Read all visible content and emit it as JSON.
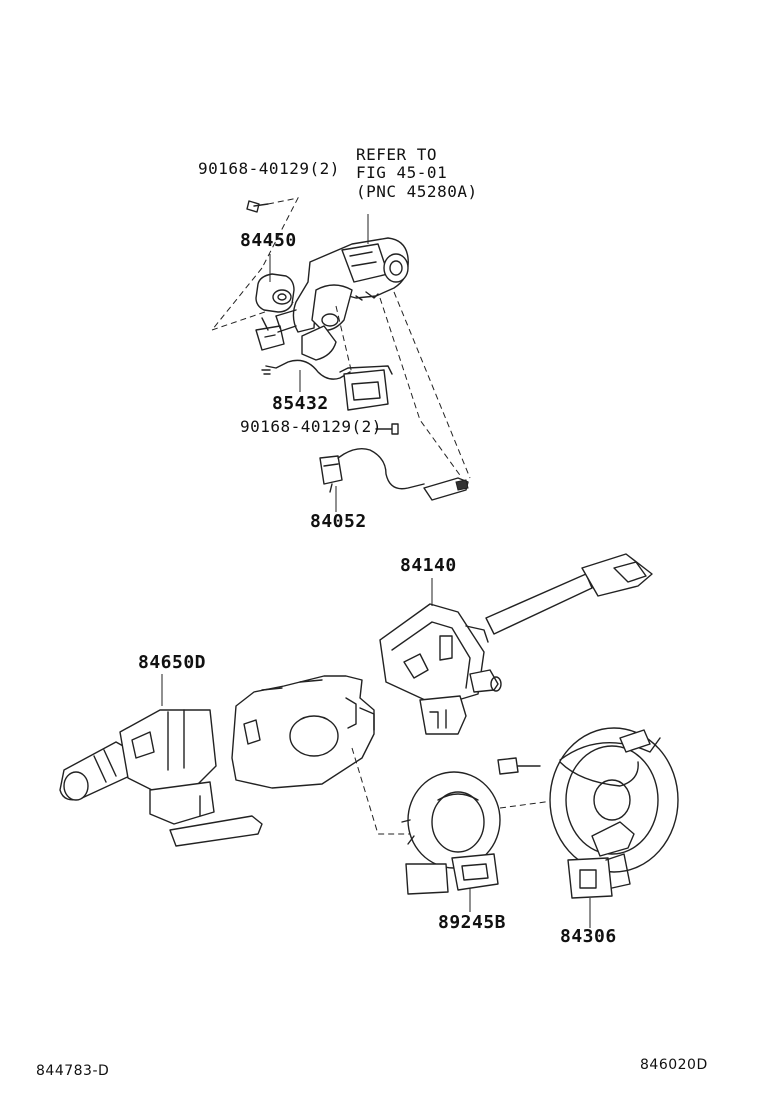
{
  "labels": {
    "bolt_upper": "90168-40129(2)",
    "refer_line1": "REFER TO",
    "refer_line2": "FIG 45-01",
    "refer_line3": "(PNC 45280A)",
    "part_84450": "84450",
    "part_85432": "85432",
    "bolt_lower": "90168-40129(2)",
    "part_84052": "84052",
    "part_84140": "84140",
    "part_84650D": "84650D",
    "part_89245B": "89245B",
    "part_84306": "84306"
  },
  "corner_codes": {
    "left": "844783-D",
    "right": "846020D"
  }
}
